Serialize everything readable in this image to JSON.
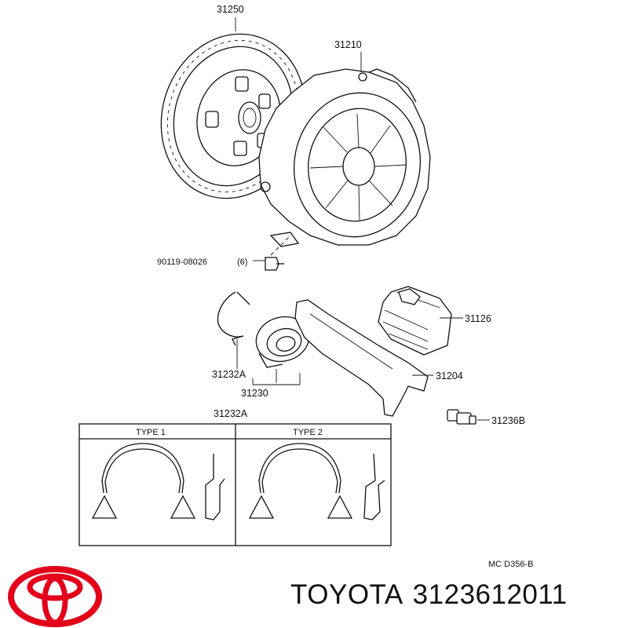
{
  "diagram": {
    "parts": {
      "clutch_disc": "31250",
      "clutch_cover": "31210",
      "bolt": "90119-08026",
      "bolt_qty": "(6)",
      "boot": "31126",
      "clip": "31232A",
      "release_bearing": "31230",
      "release_fork": "31204",
      "fork_support": "31236B",
      "clip_detail": "31232A"
    },
    "types": [
      "TYPE 1",
      "TYPE 2"
    ],
    "drawing_code": "MC D356-B"
  },
  "brand": {
    "name": "TOYOTA",
    "part_number": "3123612011",
    "logo_color": "#e3001b"
  }
}
